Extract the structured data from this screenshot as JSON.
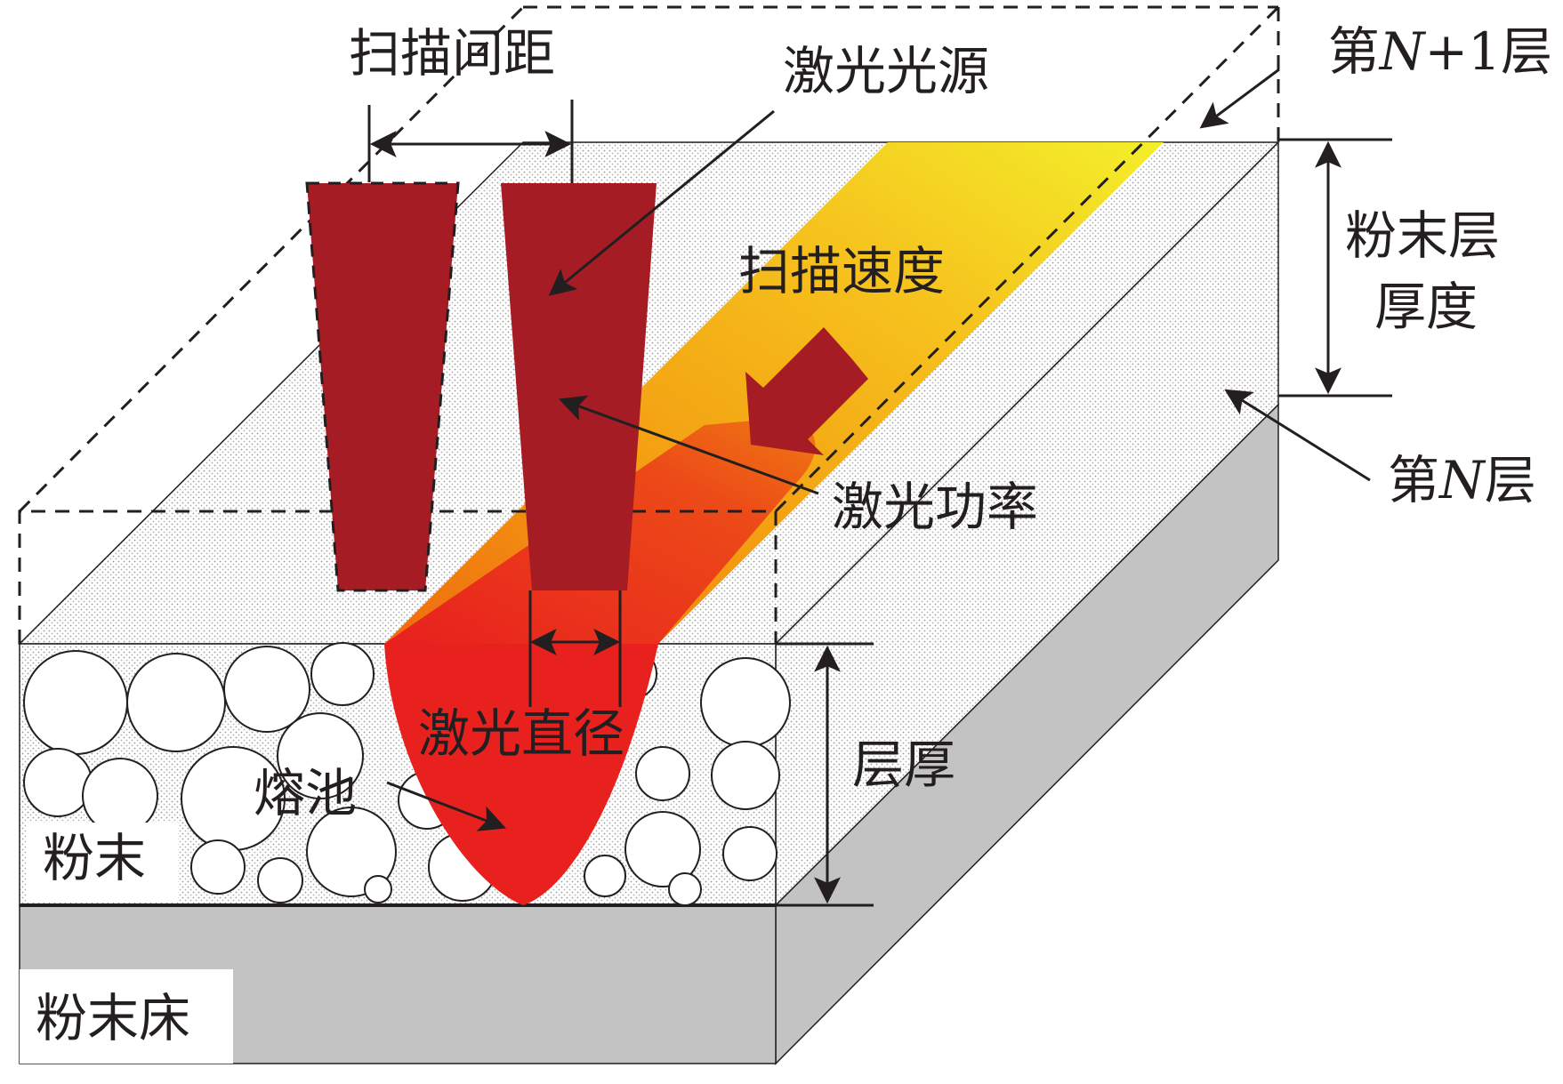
{
  "labels": {
    "scan_spacing": "扫描间距",
    "laser_source": "激光光源",
    "layer_n1_prefix": "第",
    "layer_n1_var": "N",
    "layer_n1_suffix": "+1层",
    "powder_layer_line1": "粉末层",
    "powder_layer_line2": "厚度",
    "scan_speed": "扫描速度",
    "laser_power": "激光功率",
    "layer_n_prefix": "第",
    "layer_n_var": "N",
    "layer_n_suffix": "层",
    "laser_diameter": "激光直径",
    "layer_thickness": "层厚",
    "melt_pool": "熔池",
    "powder": "粉末",
    "powder_bed": "粉末床"
  },
  "colors": {
    "laser_beam": "#a51c24",
    "melt_pool": "#e8201e",
    "track_start": "#f08a00",
    "track_end": "#f5e626",
    "bed_gray": "#c3c3c3",
    "powder_fill": "#efefef",
    "line": "#231f20"
  },
  "icons": {
    "arrow": "arrow-icon",
    "speed_arrow": "speed-arrow-icon"
  }
}
